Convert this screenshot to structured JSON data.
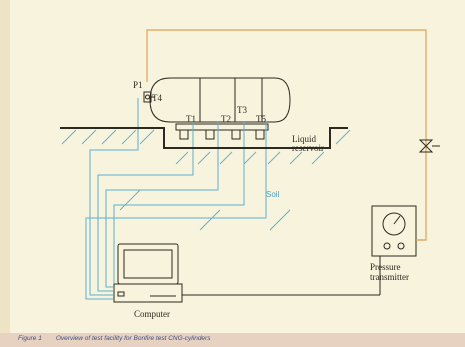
{
  "labels": {
    "p1": "P1",
    "t4": "T4",
    "t1": "T1",
    "t2": "T2",
    "t3": "T3",
    "t5": "T5",
    "liquid_line1": "Liquid",
    "liquid_line2": "reservoir",
    "soil": "Soil",
    "computer": "Computer",
    "pressure_line1": "Pressure",
    "pressure_line2": "transmitter"
  },
  "caption": {
    "figure": "Figure 1",
    "text": "Overview of test facility for Bonfire test CNG-cylinders"
  },
  "colors": {
    "background": "#e7d2c2",
    "panel": "#f8f3dd",
    "orange_line": "#e0a25a",
    "blue_line": "#5ab0d2",
    "dark": "#2c2a20",
    "caption": "#3a4f86"
  }
}
